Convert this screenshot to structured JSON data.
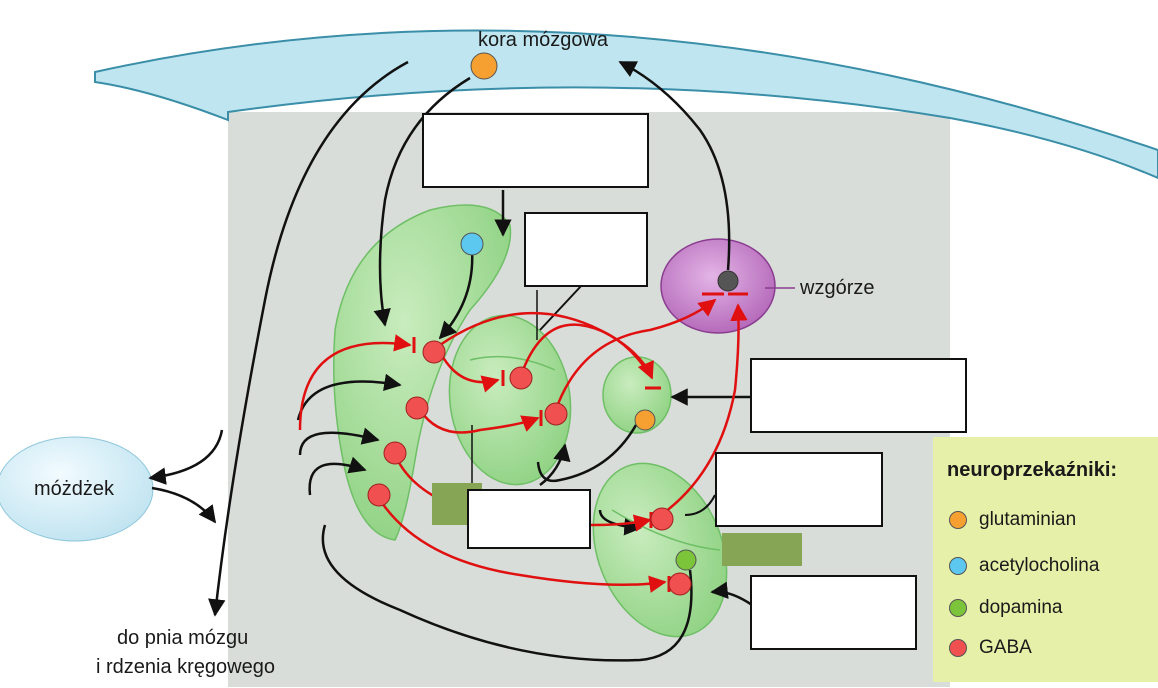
{
  "labels": {
    "cortex": "kora mózgowa",
    "thalamus": "wzgórze",
    "cerebellum": "móżdżek",
    "brainstem_line1": "do pnia mózgu",
    "brainstem_line2": "i rdzenia kręgowego"
  },
  "legend": {
    "title": "neuroprzekaźniki:",
    "items": [
      {
        "label": "glutaminian",
        "color": "#f5a030",
        "icon": "orange-dot"
      },
      {
        "label": "acetylocholina",
        "color": "#5cc8f0",
        "icon": "blue-dot"
      },
      {
        "label": "dopamina",
        "color": "#7cc43a",
        "icon": "green-dot"
      },
      {
        "label": "GABA",
        "color": "#f05050",
        "icon": "red-dot"
      }
    ]
  },
  "answer_boxes": {
    "box_1": "",
    "box_2": "",
    "box_3": "",
    "box_4": "",
    "box_5": "",
    "box_6": ""
  },
  "colors": {
    "cortex_band": "#bfe6f0",
    "nucleus_green": "#a6dc9a",
    "thalamus_purple": "#c480c8",
    "cerebellum_blue": "#cfeaf4",
    "excitatory_path": "#111111",
    "inhibitory_path": "#e01010",
    "legend_bg": "#e7f0a8",
    "hidden_label_tag": "#86a655"
  }
}
